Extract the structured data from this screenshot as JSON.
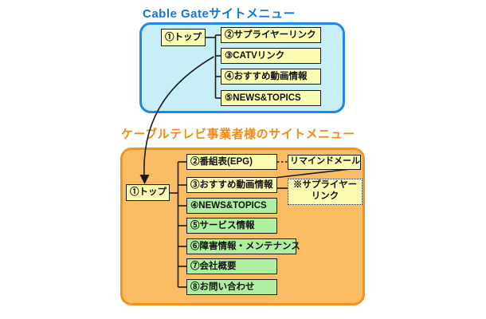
{
  "colors": {
    "background": "#ffffff",
    "line": "#1a1a1a",
    "node_yellow": "#fbfbb2",
    "node_green": "#aeefa0",
    "cable_gate_fill": "#c8eef8",
    "cable_gate_border": "#1e88e8",
    "cable_gate_title": "#0a78e0",
    "operator_fill": "#fabd64",
    "operator_border": "#f0941e",
    "operator_title": "#f08a14"
  },
  "cable_gate": {
    "title": "Cable Gateサイトメニュー",
    "top_node": "①トップ",
    "nodes": [
      "②サプライヤーリンク",
      "③CATVリンク",
      "④おすすめ動画情報",
      "⑤NEWS&TOPICS"
    ]
  },
  "operator": {
    "title": "ケーブルテレビ事業者様のサイトメニュー",
    "top_node": "①トップ",
    "nodes": [
      "②番組表(EPG)",
      "③おすすめ動画情報",
      "④NEWS&TOPICS",
      "⑤サービス情報",
      "⑥障害情報・メンテナンス",
      "⑦会社概要",
      "⑧お問い合わせ"
    ],
    "remind_mail": "リマインドメール",
    "supplier_link_line1": "※サプライヤー",
    "supplier_link_line2": "リンク"
  }
}
